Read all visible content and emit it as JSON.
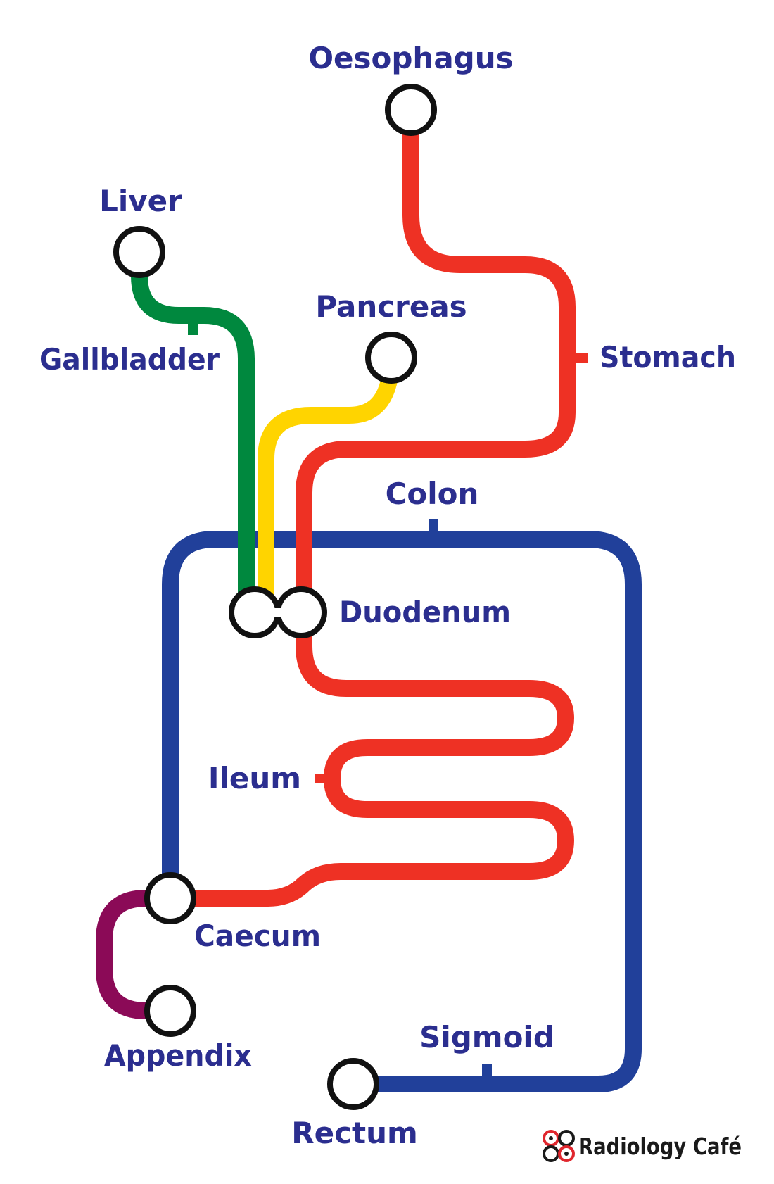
{
  "labels": {
    "oesophagus": "Oesophagus",
    "liver": "Liver",
    "pancreas": "Pancreas",
    "gallbladder": "Gallbladder",
    "stomach": "Stomach",
    "colon": "Colon",
    "duodenum": "Duodenum",
    "ileum": "Ileum",
    "caecum": "Caecum",
    "appendix": "Appendix",
    "sigmoid": "Sigmoid",
    "rectum": "Rectum"
  },
  "brand": {
    "name": "Radiology Café",
    "icon": "radiology-cafe-logo-icon"
  },
  "colors": {
    "label_text": "#2b2e8f",
    "gi_tract_line": "#ee3124",
    "colon_line": "#21409a",
    "biliary_line": "#00883e",
    "pancreatic_line": "#ffd400",
    "appendix_line": "#8b0a57",
    "station_outline": "#111111"
  }
}
